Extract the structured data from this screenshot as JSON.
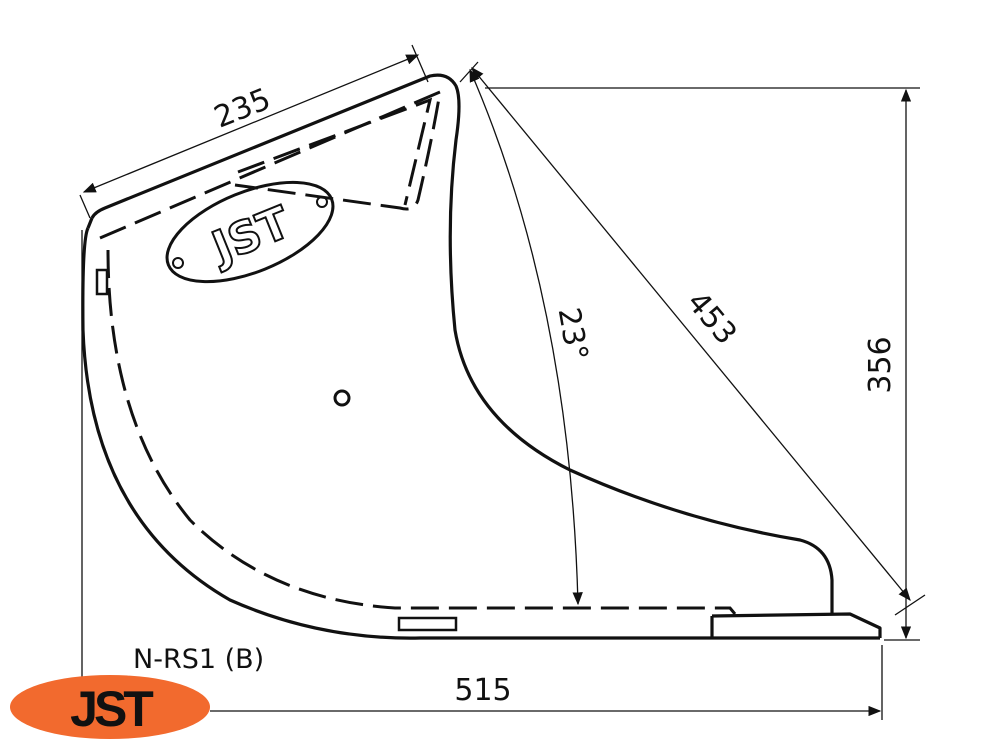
{
  "drawing": {
    "part_number": "N-RS1 (B)",
    "dimensions": {
      "top_length": "235",
      "diagonal": "453",
      "height": "356",
      "width": "515",
      "angle": "23°"
    },
    "logo": {
      "text": "JST",
      "color": "#f26a2e"
    },
    "embossed_logo_text": "JST"
  }
}
